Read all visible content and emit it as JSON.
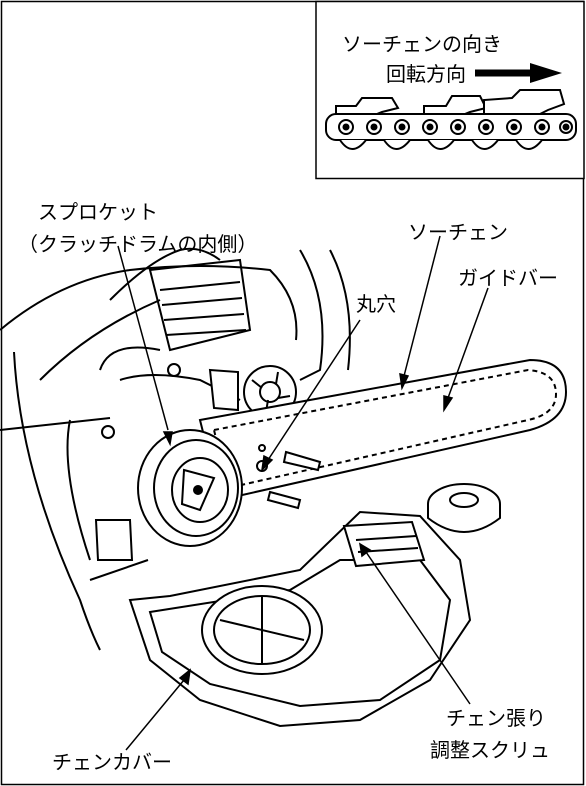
{
  "inset": {
    "title": "ソーチェンの向き",
    "direction_label": "回転方向"
  },
  "labels": {
    "sprocket_line1": "スプロケット",
    "sprocket_line2": "（クラッチドラムの内側）",
    "saw_chain": "ソーチェン",
    "guide_bar": "ガイドバー",
    "round_hole": "丸穴",
    "chain_tension_line1": "チェン張り",
    "chain_tension_line2": "調整スクリュ",
    "chain_cover": "チェンカバー"
  }
}
